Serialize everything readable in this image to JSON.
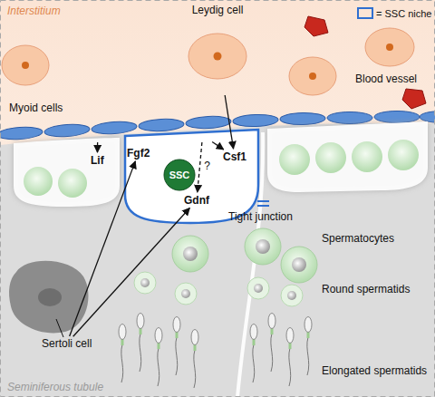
{
  "diagram": {
    "nodes": [
      {
        "text": [
          "Leydig cell"
        ]
      },
      {
        "text": [
          "Myoid cells"
        ]
      },
      {
        "text": [
          "Lif"
        ]
      },
      {
        "text": [
          "Fgf2"
        ]
      },
      {
        "text": [
          "Csf1"
        ]
      },
      {
        "text": [
          "SSC"
        ]
      },
      {
        "text": [
          "Gdnf"
        ]
      },
      {
        "text": [
          "Sertoli cell"
        ]
      }
    ],
    "edges": [
      {
        "from": 0,
        "to": 4,
        "arrow": "to"
      },
      {
        "from": 1,
        "to": 2,
        "arrow": "to"
      },
      {
        "from": 1,
        "to": 4,
        "arrow": "to"
      },
      {
        "from": 1,
        "to": 6,
        "arrow": "to",
        "label": "?"
      },
      {
        "from": 7,
        "to": 3,
        "arrow": "to"
      },
      {
        "from": 7,
        "to": 6,
        "arrow": "to"
      }
    ],
    "labels": [
      "Interstitium",
      "Blood vessel",
      "Tight junction",
      "Spermatocytes",
      "Round spermatids",
      "Elongated spermatids",
      "Seminiferous tubule"
    ],
    "legend": [
      {
        "text": "= SSC niche"
      }
    ]
  }
}
